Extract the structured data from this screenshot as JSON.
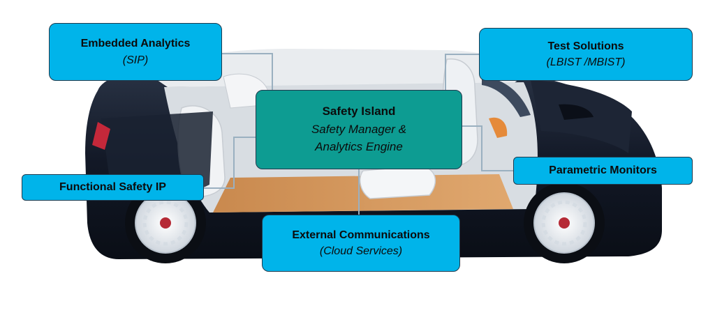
{
  "colors": {
    "box_fill": "#00b4ea",
    "center_fill": "#0d9c92",
    "connector": "#8fa3b3",
    "car_body": "#131a26"
  },
  "center_box": {
    "title": "Safety Island",
    "line1": "Safety Manager &",
    "line2": "Analytics Engine"
  },
  "boxes": {
    "embedded_analytics": {
      "title": "Embedded Analytics",
      "sub": "(SIP)"
    },
    "test_solutions": {
      "title": "Test Solutions",
      "sub": "(LBIST /MBIST)"
    },
    "functional_safety": {
      "title": "Functional Safety IP"
    },
    "parametric_monitors": {
      "title": "Parametric Monitors"
    },
    "external_comms": {
      "title": "External Communications",
      "sub": "(Cloud Services)"
    }
  }
}
